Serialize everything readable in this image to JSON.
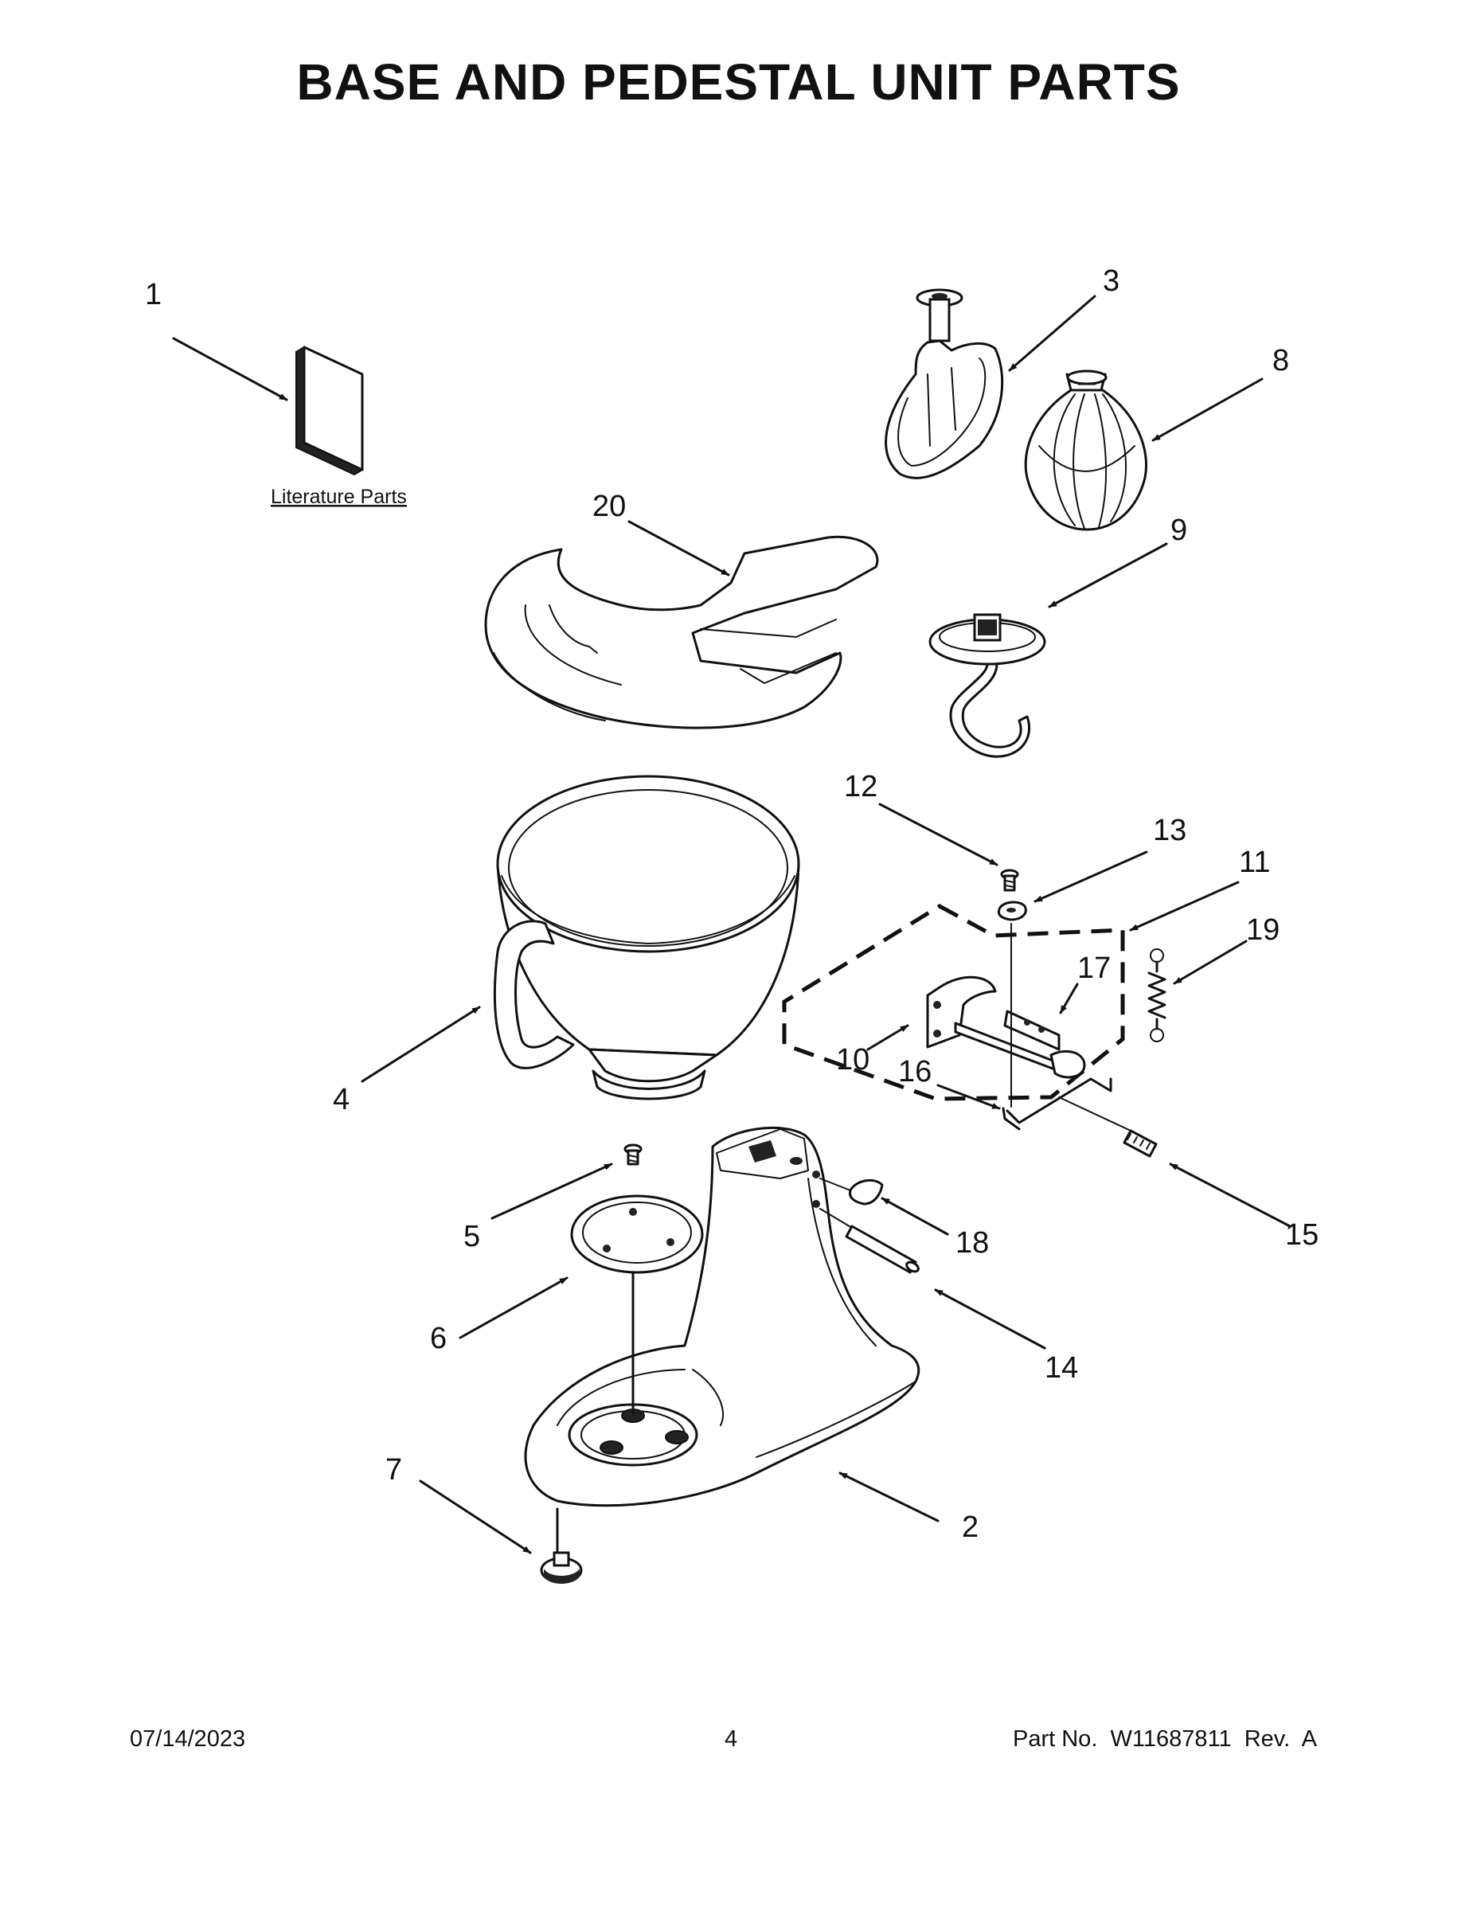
{
  "title": "BASE AND PEDESTAL UNIT PARTS",
  "literature_label": "Literature Parts",
  "callouts": {
    "c1": "1",
    "c2": "2",
    "c3": "3",
    "c4": "4",
    "c5": "5",
    "c6": "6",
    "c7": "7",
    "c8": "8",
    "c9": "9",
    "c10": "10",
    "c11": "11",
    "c12": "12",
    "c13": "13",
    "c14": "14",
    "c15": "15",
    "c16": "16",
    "c17": "17",
    "c18": "18",
    "c19": "19",
    "c20": "20"
  },
  "footer": {
    "date": "07/14/2023",
    "page": "4",
    "part_no": "Part No.  W11687811  Rev.  A"
  }
}
